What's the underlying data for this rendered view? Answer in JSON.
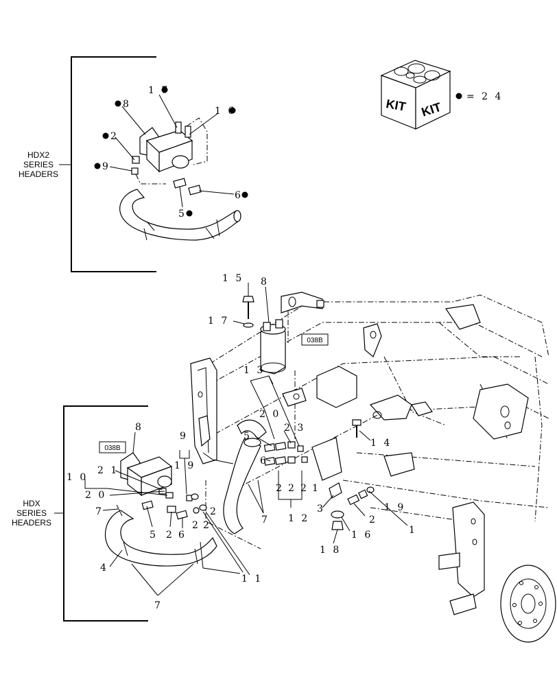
{
  "kit": {
    "box_left": "KIT",
    "box_right": "KIT",
    "legend": "= 2 4"
  },
  "groups": {
    "hdx2": [
      "HDX2",
      "SERIES",
      "HEADERS"
    ],
    "hdx": [
      "HDX",
      "SERIES",
      "HEADERS"
    ]
  },
  "refs": {
    "top": "038B",
    "left": "038B"
  },
  "callouts": {
    "hdx2": {
      "c17": "1 7",
      "c16": "1 6",
      "c8": "8",
      "c2": "2",
      "c9": "9",
      "c6": "6",
      "c5": "5"
    },
    "main": {
      "c15": "1 5",
      "c8": "8",
      "c17": "1 7",
      "c13": "1 3",
      "c20": "2 0",
      "c23": "2 3",
      "c5": "5",
      "c14": "1 4",
      "c6": "6",
      "c22a": "2",
      "c22b": "2",
      "c22c": "2",
      "c12": "1 2",
      "c1a": "1",
      "c3": "3",
      "c2": "2",
      "c19": "1 9",
      "c1b": "1",
      "c16": "1 6",
      "c18": "1 8",
      "c7": "7"
    },
    "hdx": {
      "c8": "8",
      "c9": "9",
      "c19": "1 9",
      "c21": "2 1",
      "c10": "1 0",
      "c20": "2 0",
      "c7": "7",
      "c5": "5",
      "c2a": "2",
      "c6": "6",
      "c2b": "2",
      "c2c": "2",
      "c2d": "2",
      "c4": "4",
      "c11": "1 1",
      "c7b": "7"
    }
  }
}
